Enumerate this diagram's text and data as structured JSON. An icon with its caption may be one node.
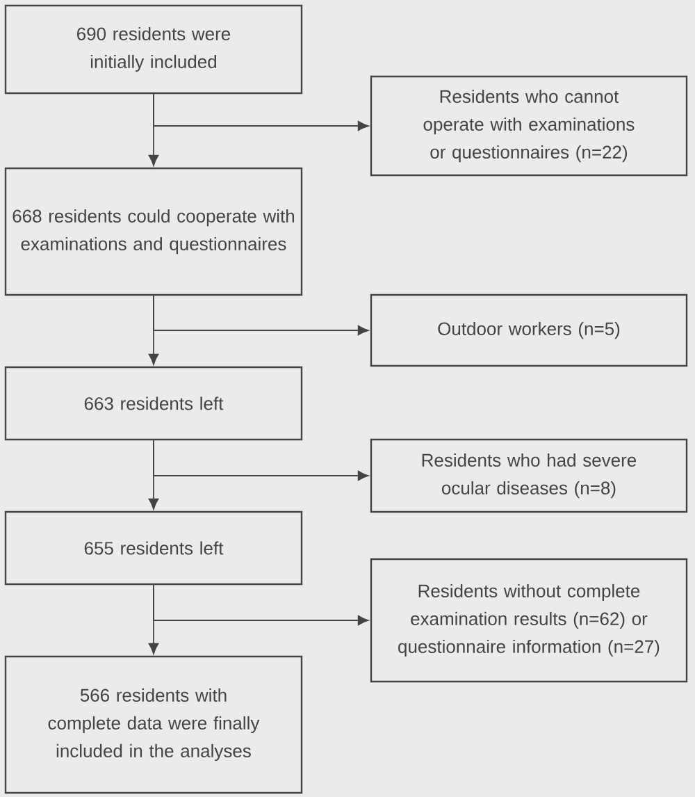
{
  "diagram": {
    "nodes": [
      {
        "text": [
          "690 residents were initially included"
        ]
      },
      {
        "text": [
          "Residents who cannot operate with examinations or questionnaires (n=22)"
        ]
      },
      {
        "text": [
          "668 residents could cooperate with examinations and questionnaires"
        ]
      },
      {
        "text": [
          "Outdoor workers (n=5)"
        ]
      },
      {
        "text": [
          "663 residents left"
        ]
      },
      {
        "text": [
          "Residents who had severe ocular diseases (n=8)"
        ]
      },
      {
        "text": [
          "655 residents left"
        ]
      },
      {
        "text": [
          "Residents without complete examination results (n=62) or questionnaire information (n=27)"
        ]
      },
      {
        "text": [
          "566 residents with complete data were finally included in the analyses"
        ]
      }
    ],
    "edges": [
      {
        "from": 0,
        "to": 2,
        "arrow": "to"
      },
      {
        "from": 0,
        "to": 1,
        "arrow": "to"
      },
      {
        "from": 2,
        "to": 4,
        "arrow": "to"
      },
      {
        "from": 2,
        "to": 3,
        "arrow": "to"
      },
      {
        "from": 4,
        "to": 6,
        "arrow": "to"
      },
      {
        "from": 4,
        "to": 5,
        "arrow": "to"
      },
      {
        "from": 6,
        "to": 8,
        "arrow": "to"
      },
      {
        "from": 6,
        "to": 7,
        "arrow": "to"
      }
    ]
  }
}
